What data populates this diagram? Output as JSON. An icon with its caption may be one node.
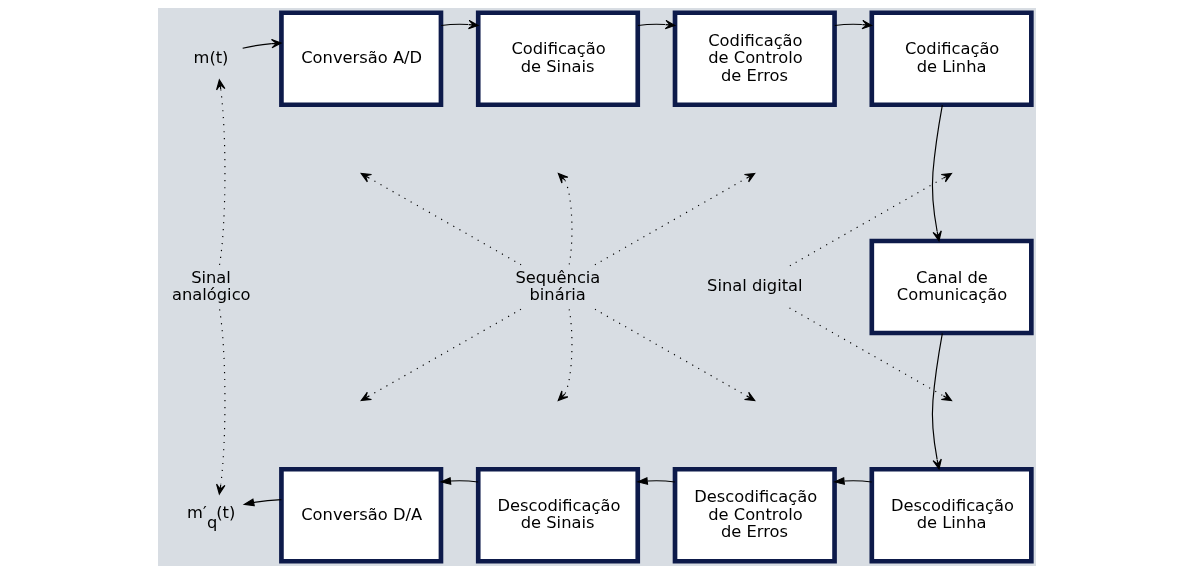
{
  "diagram": {
    "nodes": [
      {
        "text": [
          "m(t)"
        ]
      },
      {
        "text": [
          "Conversão A/D"
        ]
      },
      {
        "text": [
          "Codificação de Sinais"
        ]
      },
      {
        "text": [
          "Codificação de Controlo de Erros"
        ]
      },
      {
        "text": [
          "Codificação de Linha"
        ]
      },
      {
        "text": [
          "Sinal analógico"
        ]
      },
      {
        "text": [
          "Sequência binária"
        ]
      },
      {
        "text": [
          "Sinal digital"
        ]
      },
      {
        "text": [
          "Canal de Comunicação"
        ]
      },
      {
        "text": [
          "m′$_{q}$(t)"
        ]
      },
      {
        "text": [
          "Conversão D/A"
        ]
      },
      {
        "text": [
          "Descodificação de Sinais"
        ]
      },
      {
        "text": [
          "Descodificação de Controlo de Erros"
        ]
      },
      {
        "text": [
          "Descodificação de Linha"
        ]
      }
    ],
    "edges": [
      {
        "from": 0,
        "to": 1,
        "arrow": "to"
      },
      {
        "from": 1,
        "to": 2,
        "arrow": "to"
      },
      {
        "from": 2,
        "to": 3,
        "arrow": "to"
      },
      {
        "from": 3,
        "to": 4,
        "arrow": "to"
      },
      {
        "from": 4,
        "to": 8,
        "arrow": "to"
      },
      {
        "from": 8,
        "to": 13,
        "arrow": "to"
      },
      {
        "from": 13,
        "to": 12,
        "arrow": "to"
      },
      {
        "from": 12,
        "to": 11,
        "arrow": "to"
      },
      {
        "from": 11,
        "to": 10,
        "arrow": "to"
      },
      {
        "from": 10,
        "to": 9,
        "arrow": "to"
      },
      {
        "from": 5,
        "to": 0,
        "arrow": "to",
        "style": "dashed"
      },
      {
        "from": 5,
        "to": 9,
        "arrow": "to",
        "style": "dashed"
      },
      {
        "from": 6,
        "to": null,
        "arrow": "to",
        "style": "dashed"
      },
      {
        "from": 6,
        "to": null,
        "arrow": "to",
        "style": "dashed"
      },
      {
        "from": 6,
        "to": null,
        "arrow": "to",
        "style": "dashed"
      },
      {
        "from": 6,
        "to": null,
        "arrow": "to",
        "style": "dashed"
      },
      {
        "from": 6,
        "to": null,
        "arrow": "to",
        "style": "dashed"
      },
      {
        "from": 6,
        "to": null,
        "arrow": "to",
        "style": "dashed"
      },
      {
        "from": 7,
        "to": null,
        "arrow": "to",
        "style": "dashed"
      },
      {
        "from": 7,
        "to": null,
        "arrow": "to",
        "style": "dashed"
      }
    ]
  }
}
